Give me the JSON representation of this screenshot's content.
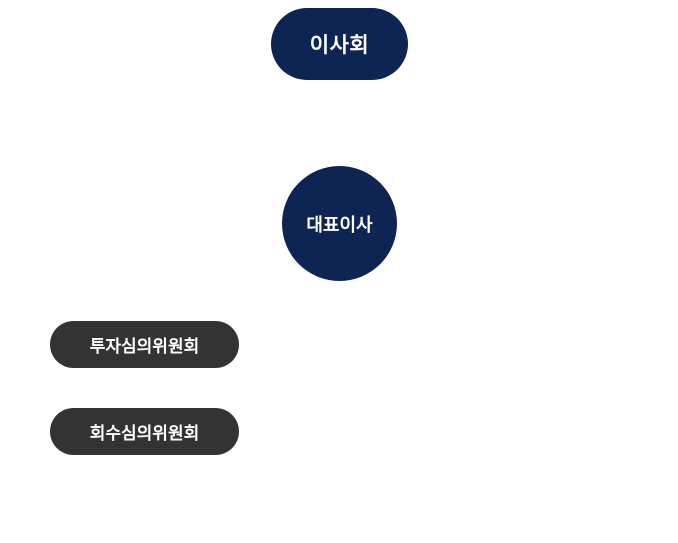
{
  "org_chart": {
    "board": {
      "label": "이사회",
      "color": "#0e2452"
    },
    "ceo": {
      "label": "대표이사",
      "color": "#0e2452"
    },
    "committees": [
      {
        "label": "투자심의위원회",
        "color": "#333333"
      },
      {
        "label": "회수심의위원회",
        "color": "#333333"
      }
    ]
  }
}
